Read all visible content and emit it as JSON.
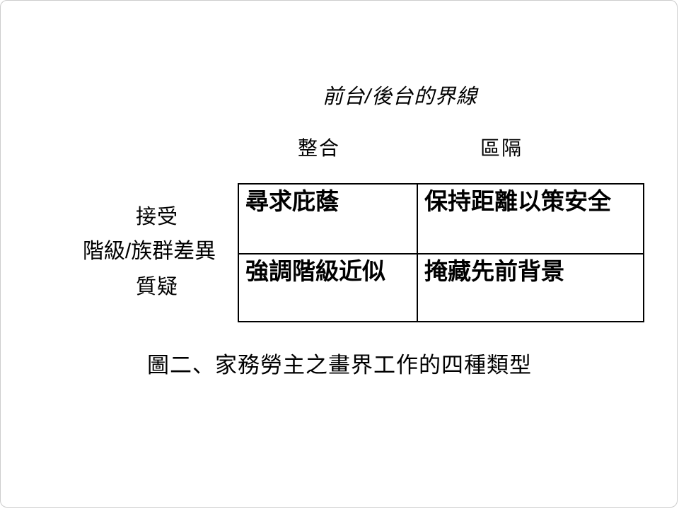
{
  "page": {
    "background_color": "#ffffff",
    "text_color": "#000000",
    "border_color": "#000000"
  },
  "slide": {
    "title": "前台/後台的界線",
    "column_axis": {
      "left": "整合",
      "right": "區隔"
    },
    "row_axis": {
      "top": "接受",
      "label": "階級/族群差異",
      "bottom": "質疑"
    },
    "matrix": {
      "rows": [
        {
          "cells": [
            "尋求庇蔭",
            "保持距離以策安全"
          ]
        },
        {
          "cells": [
            "強調階級近似",
            "掩藏先前背景"
          ]
        }
      ]
    },
    "caption": "圖二、家務勞主之畫界工作的四種類型"
  }
}
